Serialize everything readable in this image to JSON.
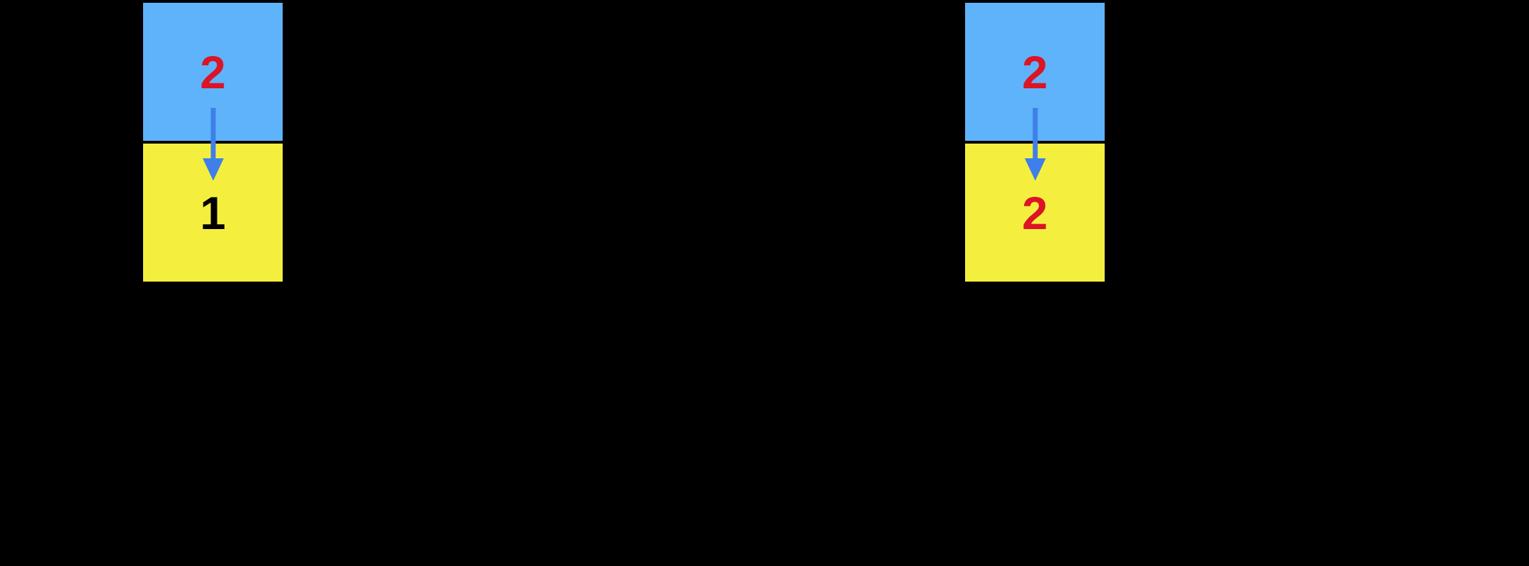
{
  "diagram": {
    "description": "Two stacked box pairs: a blue top box with a value being copied down (arrow) into a yellow bottom box; left pair shows before state (2 over 1), right pair shows after state (2 over 2)",
    "background_color": "#000000",
    "colors": {
      "top_box": "#5FB3FA",
      "bottom_box": "#F4EF3E",
      "arrow": "#3E7FEA",
      "value_highlight": "#DC1425",
      "value_normal": "#000000"
    },
    "panels": [
      {
        "name": "left",
        "top_box": {
          "value": "2",
          "value_color": "#DC1425"
        },
        "bottom_box": {
          "value": "1",
          "value_color": "#000000"
        },
        "arrow_direction": "down"
      },
      {
        "name": "right",
        "top_box": {
          "value": "2",
          "value_color": "#DC1425"
        },
        "bottom_box": {
          "value": "2",
          "value_color": "#DC1425"
        },
        "arrow_direction": "down"
      }
    ]
  }
}
